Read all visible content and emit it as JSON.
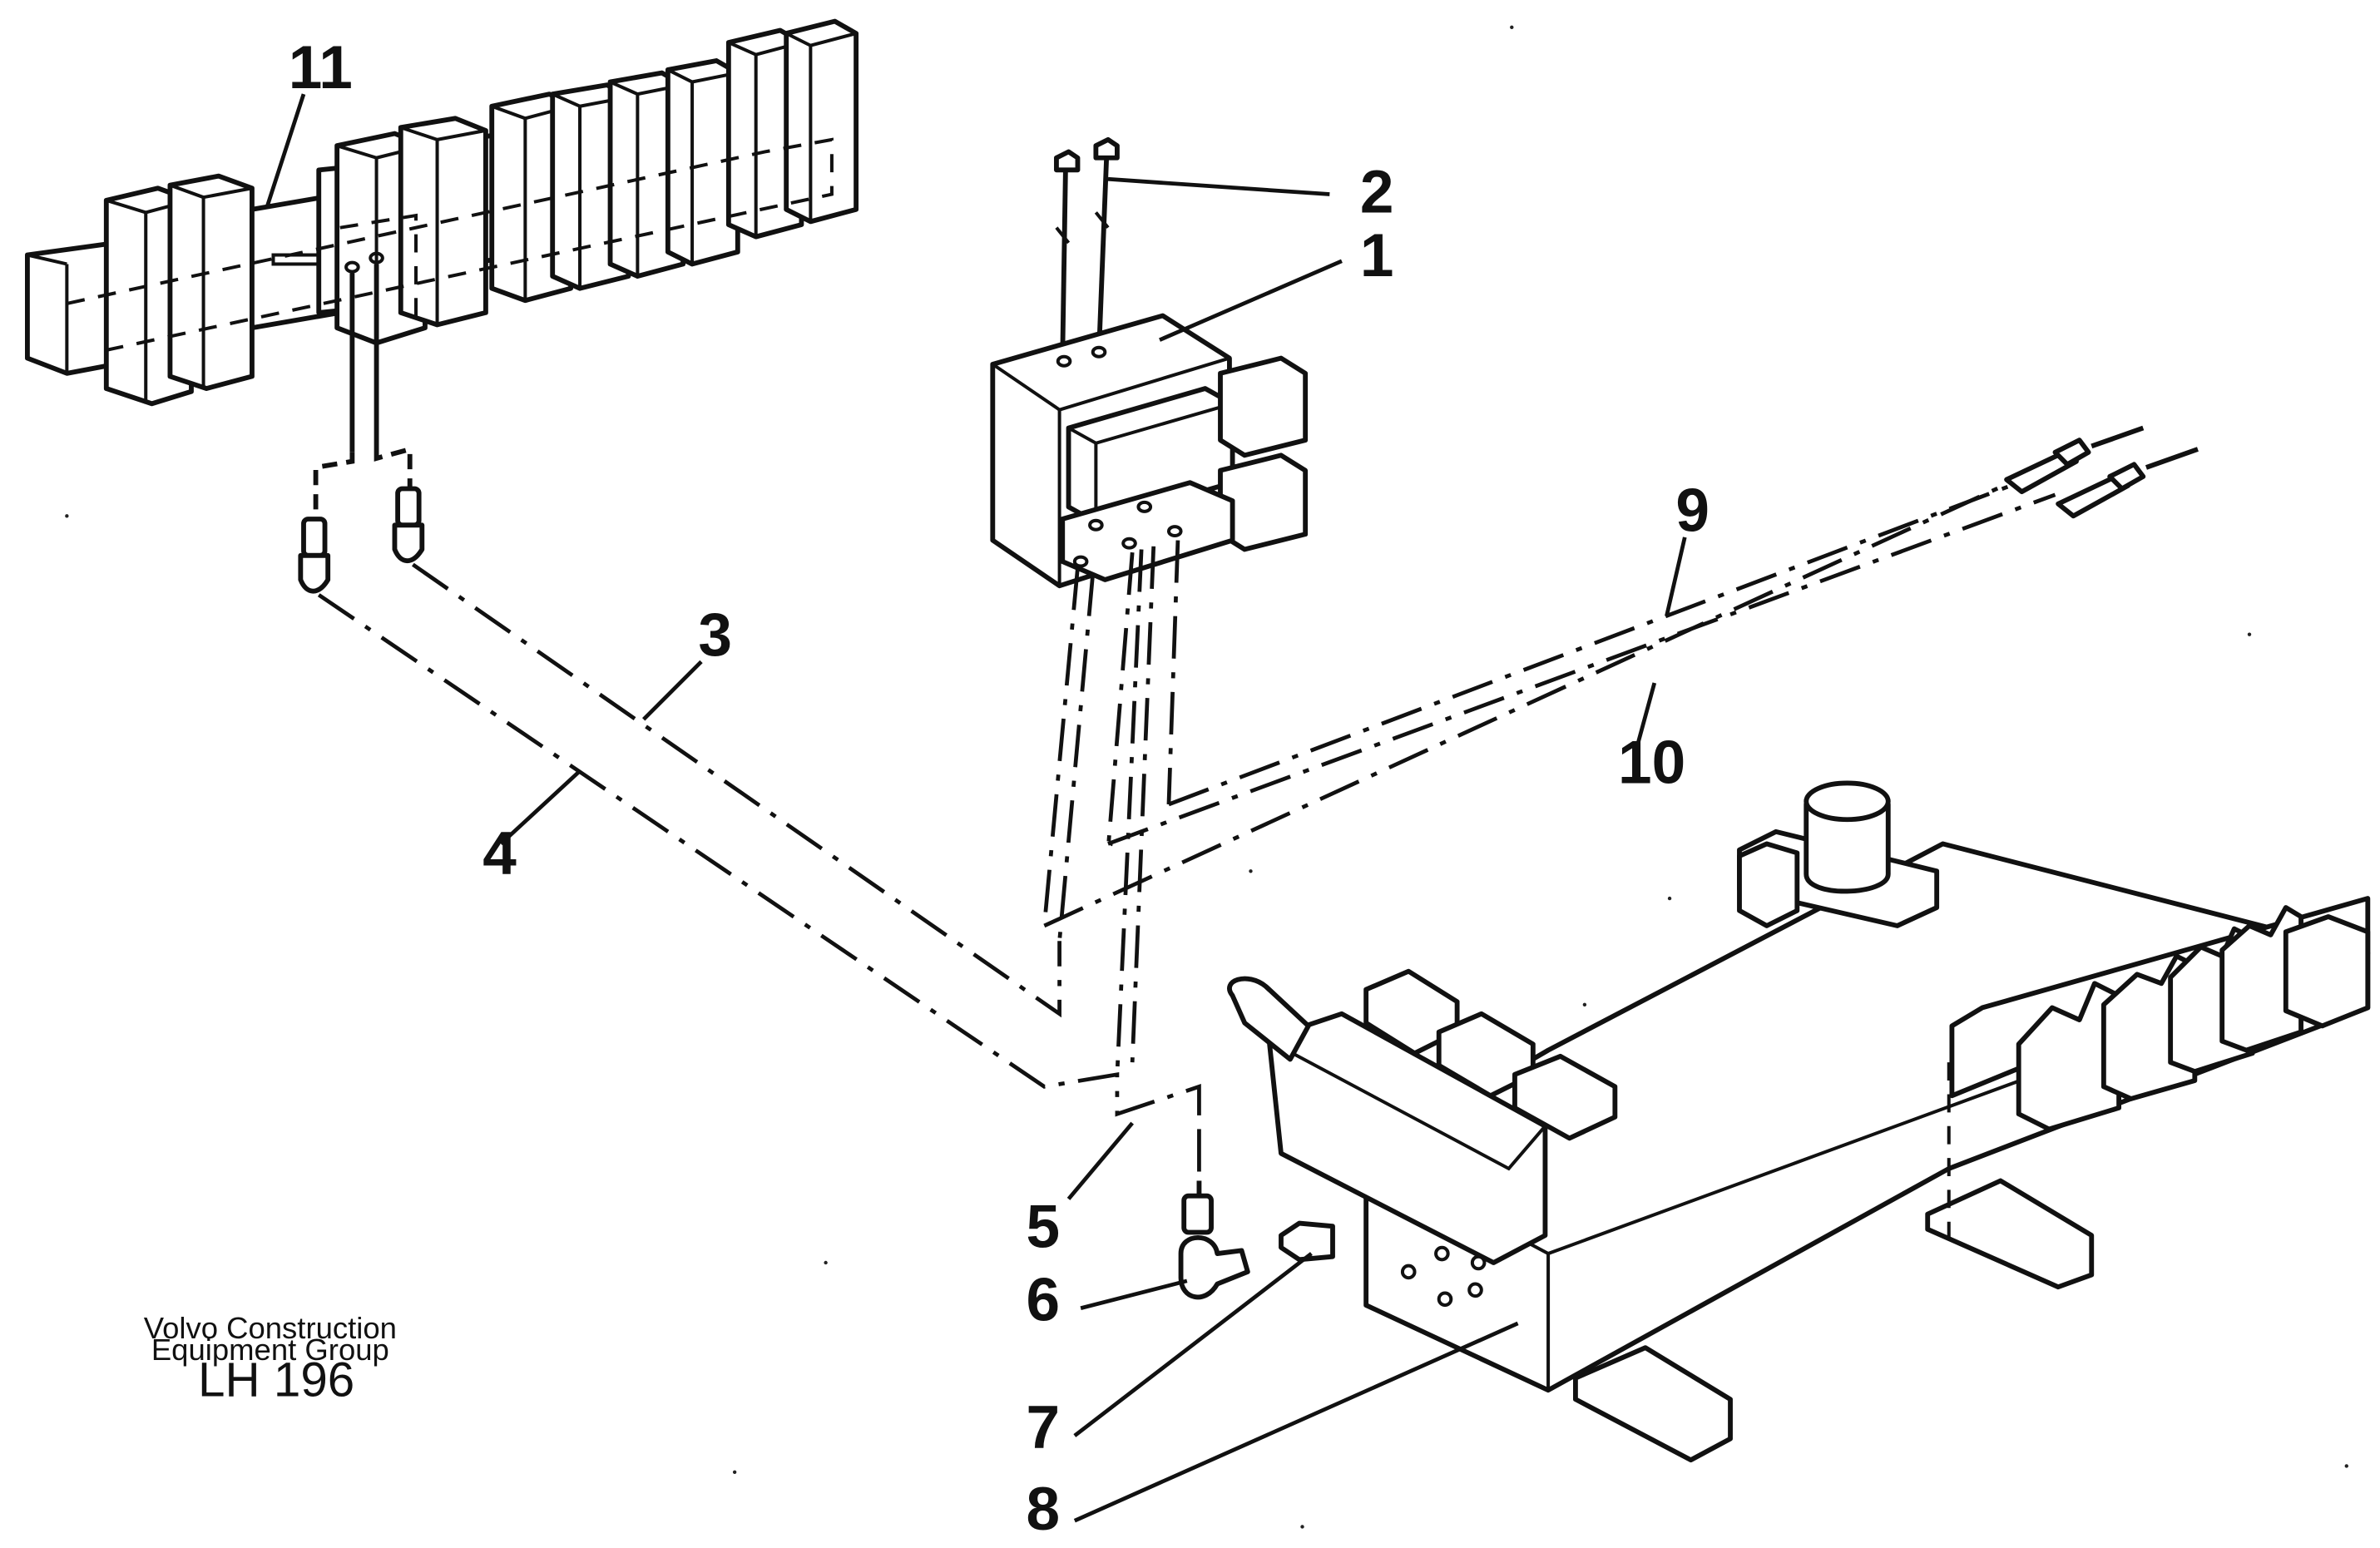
{
  "diagram": {
    "callouts": [
      "1",
      "2",
      "3",
      "4",
      "5",
      "6",
      "7",
      "8",
      "9",
      "10",
      "11"
    ],
    "brand_line1": "Volvo Construction",
    "brand_line2": "Equipment Group",
    "figure_code": "LH 196"
  }
}
